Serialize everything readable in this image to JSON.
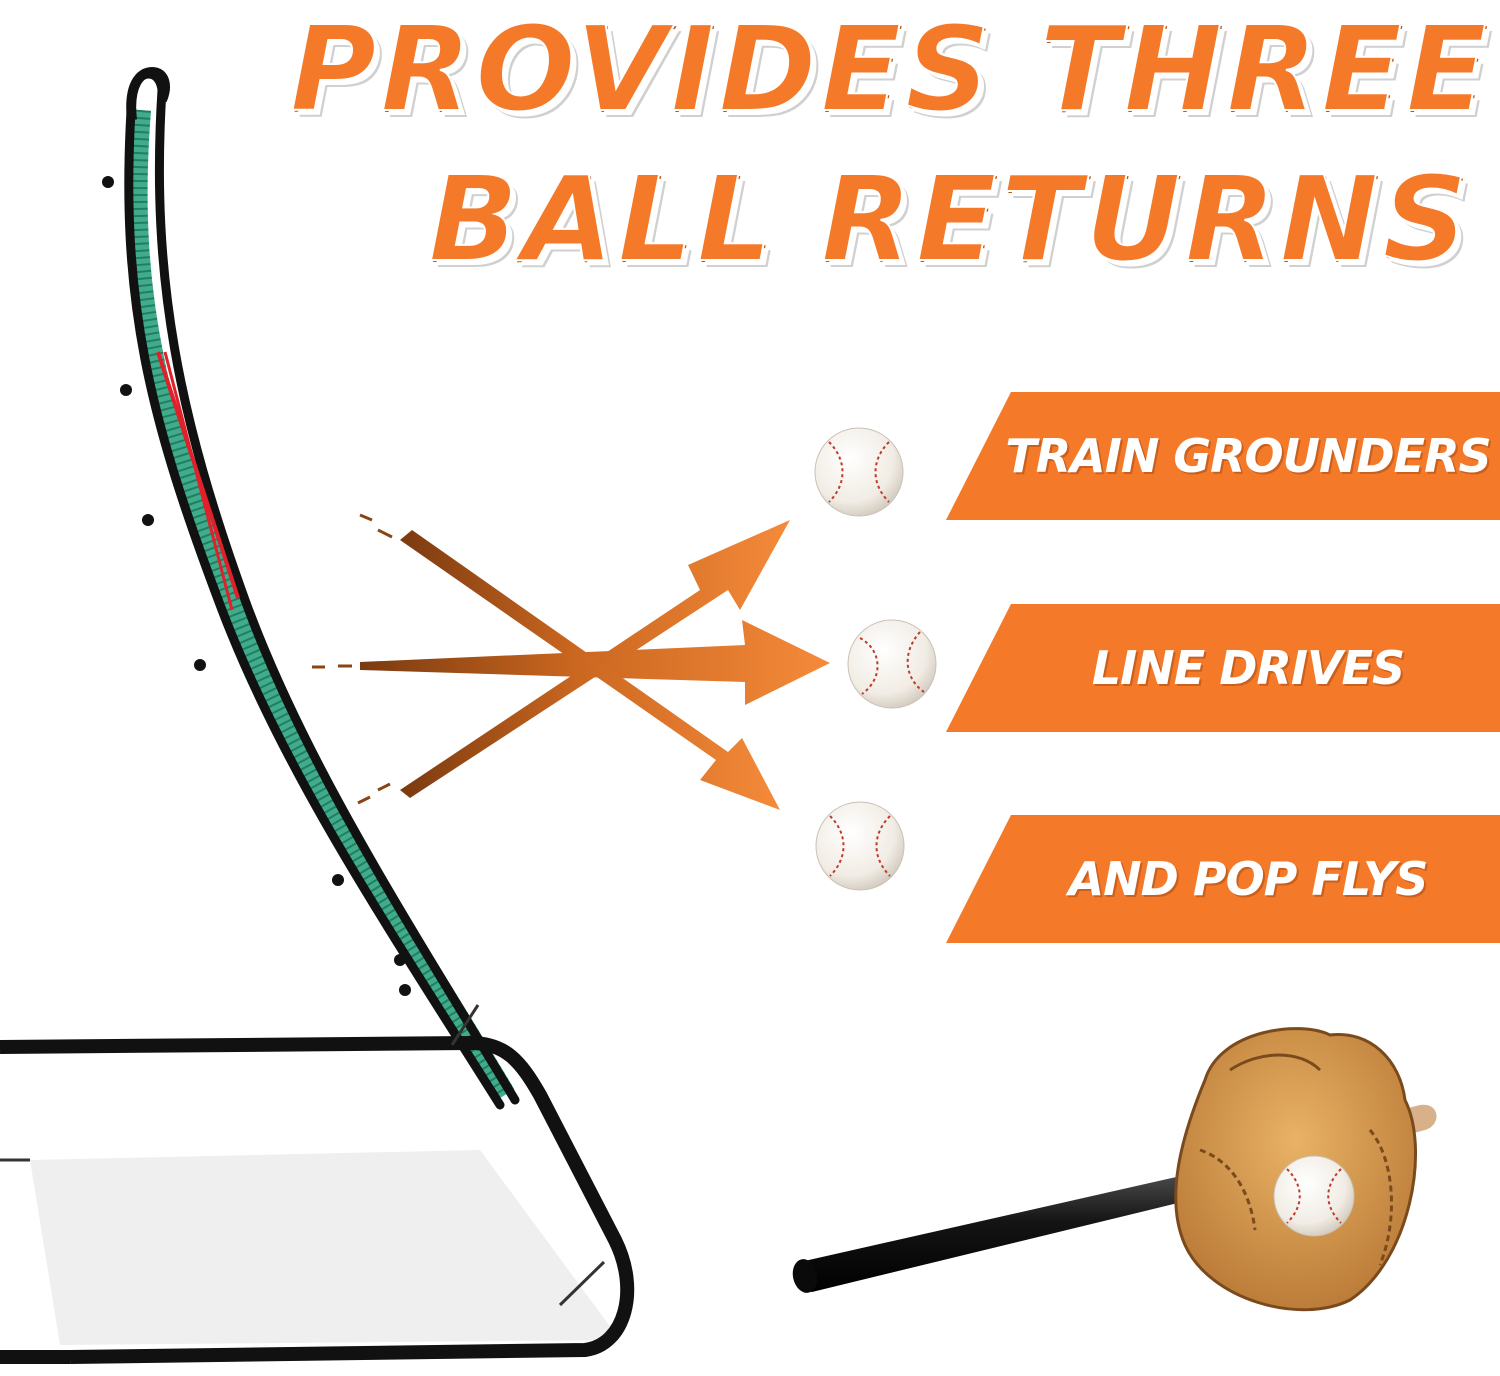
{
  "headline": {
    "line1": "PROVIDES THREE",
    "line2": "BALL RETURNS"
  },
  "banners": [
    {
      "label": "TRAIN GROUNDERS"
    },
    {
      "label": "LINE DRIVES"
    },
    {
      "label": "AND POP FLYS"
    }
  ],
  "colors": {
    "accent": "#f47a2a",
    "frame": "#111111",
    "net": "#1f9e78",
    "rope": "#e0202a",
    "background": "#ffffff"
  },
  "icons": [
    "baseball-icon",
    "arrow-icon",
    "bat-icon",
    "glove-icon"
  ]
}
